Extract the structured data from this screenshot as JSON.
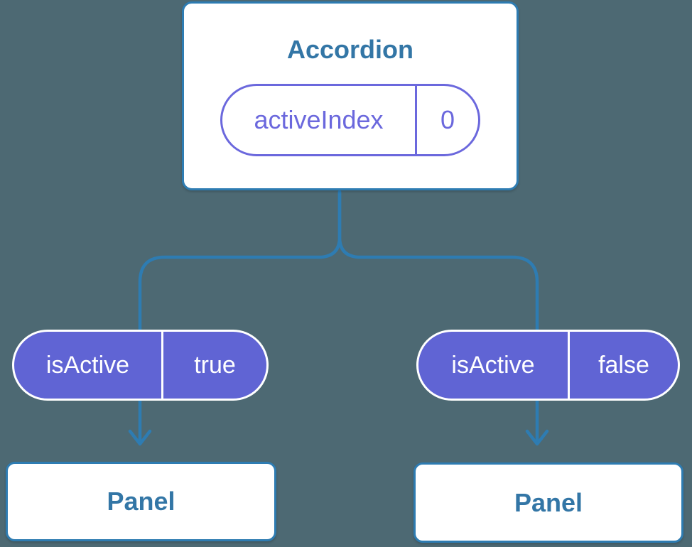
{
  "colors": {
    "background": "#4d6973",
    "connector": "#2e7cb2",
    "box_border": "#2e7cb2",
    "box_fill": "#ffffff",
    "heading_text": "#3376a6",
    "state_pill_accent": "#6b68dd",
    "prop_pill_fill": "#6064d4",
    "prop_pill_text": "#ffffff"
  },
  "diagram": {
    "root": {
      "title": "Accordion",
      "state": {
        "name": "activeIndex",
        "value": "0"
      }
    },
    "children": [
      {
        "prop": {
          "name": "isActive",
          "value": "true"
        },
        "panel_label": "Panel"
      },
      {
        "prop": {
          "name": "isActive",
          "value": "false"
        },
        "panel_label": "Panel"
      }
    ]
  }
}
